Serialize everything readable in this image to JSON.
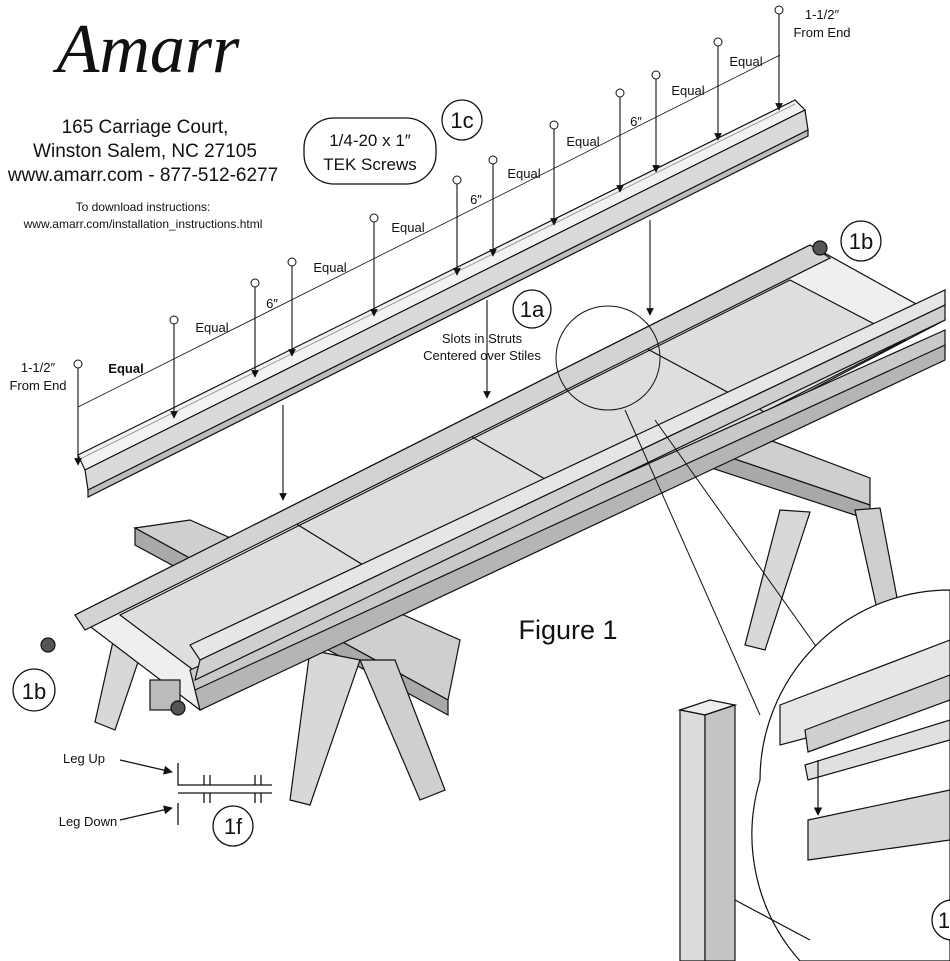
{
  "brand": {
    "logo_text": "Amarr",
    "address_line1": "165 Carriage Court,",
    "address_line2": "Winston Salem, NC 27105",
    "web_phone": "www.amarr.com - 877-512-6277",
    "download_label": "To download instructions:",
    "download_url": "www.amarr.com/installation_instructions.html"
  },
  "figure_title": "Figure 1",
  "callouts": {
    "c1a": "1a",
    "c1b_right": "1b",
    "c1b_left": "1b",
    "c1c": "1c",
    "c1f": "1f",
    "c1_partial": "1"
  },
  "screw_label": {
    "line1": "1/4-20 x 1″",
    "line2": "TEK Screws"
  },
  "slots_note": {
    "line1": "Slots in Struts",
    "line2": "Centered over Stiles"
  },
  "spacing": {
    "end_line1": "1-1/2″",
    "end_line2": "From End",
    "equal": "Equal",
    "six": "6″"
  },
  "profile": {
    "leg_up": "Leg Up",
    "leg_down": "Leg Down"
  },
  "colors": {
    "line": "#111111",
    "gray_light": "#e4e4e4",
    "gray_mid": "#c9c9c9",
    "gray_dark": "#9a9a9a"
  }
}
